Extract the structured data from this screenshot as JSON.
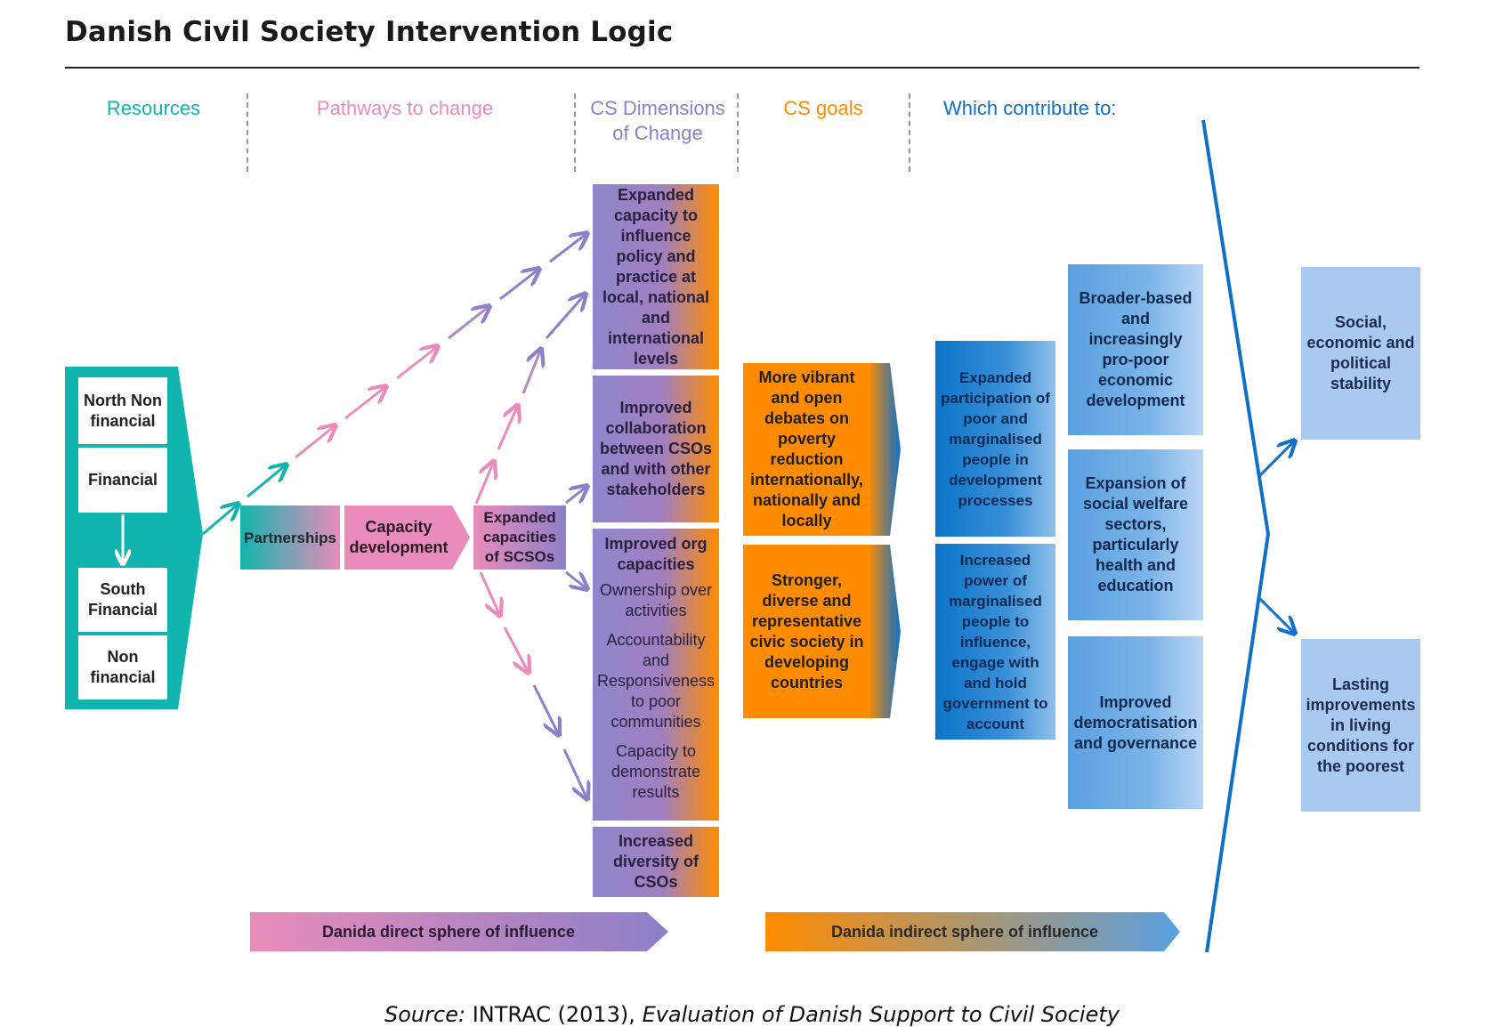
{
  "title": "Danish Civil Society Intervention Logic",
  "columns": {
    "resources": "Resources",
    "pathways": "Pathways to change",
    "cs_dimensions_1": "CS Dimensions",
    "cs_dimensions_2": "of Change",
    "cs_goals": "CS goals",
    "contribute": "Which contribute to:"
  },
  "resources": {
    "north_non_financial": "North Non financial",
    "financial": "Financial",
    "south_financial": "South Financial",
    "non_financial": "Non financial"
  },
  "pathways": {
    "partnerships": "Partnerships",
    "capacity_development": "Capacity development",
    "expanded_capacities": "Expanded capacities of SCSOs"
  },
  "dimensions": {
    "policy": "Expanded capacity to influence policy and practice at local, national and international levels",
    "collaboration": "Improved collaboration between CSOs and with other stakeholders",
    "org_capacities": "Improved org capacities",
    "ownership": "Ownership over activities",
    "accountability": "Accountability and Responsiveness to poor communities",
    "demonstrate": "Capacity to demonstrate results",
    "diversity": "Increased diversity of CSOs"
  },
  "goals": {
    "vibrant": "More vibrant and open debates on poverty reduction internationally, nationally and locally",
    "stronger": "Stronger, diverse and representative civic society in developing countries"
  },
  "contribute_inner": {
    "participation": "Expanded participation of poor and marginalised people in development processes",
    "power": "Increased power of marginalised people to influence, engage with and hold government to account"
  },
  "contribute_outer": {
    "economic": "Broader-based and increasingly pro-poor economic development",
    "welfare": "Expansion of social welfare sectors, particularly health and education",
    "democratisation": "Improved democratisation and governance"
  },
  "outcomes": {
    "stability": "Social, economic and political stability",
    "living": "Lasting improvements in living conditions for the poorest"
  },
  "spheres": {
    "direct": "Danida direct sphere of influence",
    "indirect": "Danida indirect sphere of influence"
  },
  "source": {
    "label": "Source:",
    "org": "INTRAC (2013),",
    "work": "Evaluation of Danish Support to Civil Society"
  },
  "colors": {
    "teal": "#12b5ad",
    "pink": "#e98cba",
    "purple": "#8c80c8",
    "orange": "#ff8c00",
    "blue": "#1070c8",
    "light_blue": "#a9c9ef"
  }
}
